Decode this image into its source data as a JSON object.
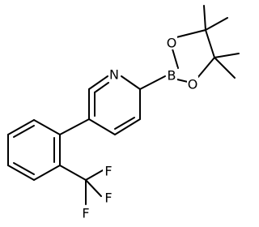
{
  "molecule": {
    "atom_labels": {
      "nitrogen": "N",
      "boron": "B",
      "oxygen_upper": "O",
      "oxygen_lower": "O",
      "fluorine_top": "F",
      "fluorine_right": "F",
      "fluorine_bottom": "F"
    },
    "colors": {
      "bond": "#000000",
      "label": "#000000",
      "background": "#ffffff"
    }
  }
}
